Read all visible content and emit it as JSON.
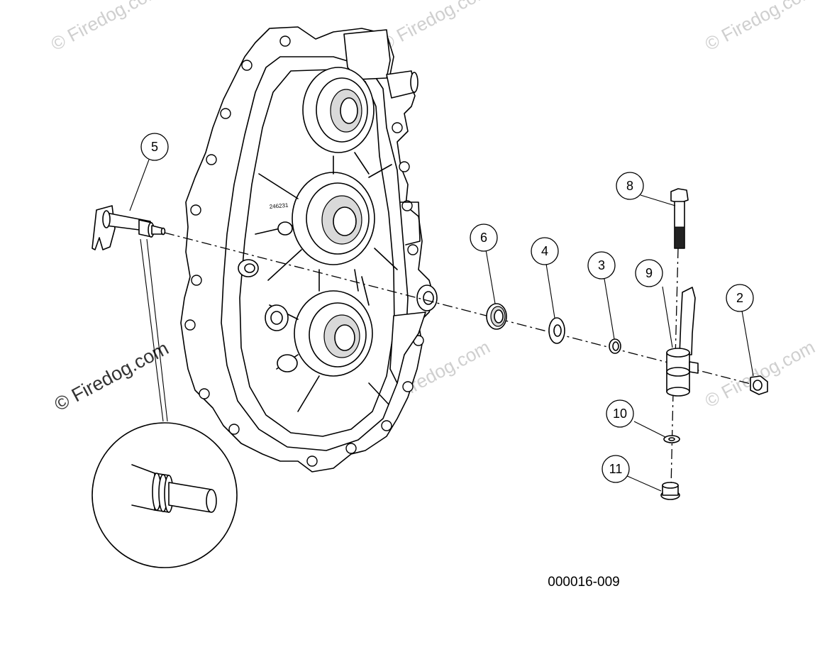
{
  "watermarks": {
    "firedog": "© Firedog.com"
  },
  "callouts": [
    "5",
    "6",
    "4",
    "3",
    "9",
    "8",
    "2",
    "10",
    "11"
  ],
  "casting_mark": "246231",
  "diagram_code": "000016-009"
}
